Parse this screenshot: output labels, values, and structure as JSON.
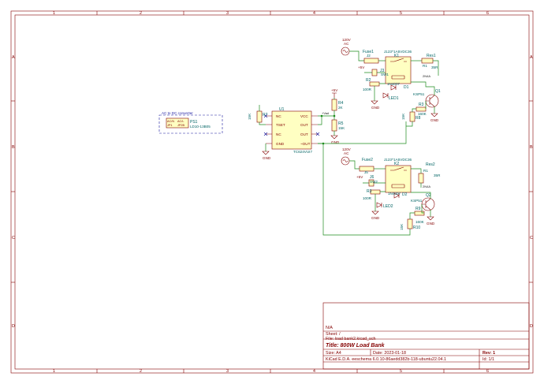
{
  "title_block": {
    "company": "N/A",
    "sheet": "Sheet: /",
    "file": "File: load bank2.kicad_sch",
    "title": "Title: 800W Load Bank",
    "size": "Size: A4",
    "date": "Date: 2023-01-18",
    "rev": "Rev: 1",
    "tool": "KiCad E.D.A.  eeschema 6.0.10-86aedd382b-118-ubuntu22.04.1",
    "id": "Id: 1/1"
  },
  "border": {
    "top_numbers": [
      "1",
      "2",
      "3",
      "4",
      "5",
      "6"
    ],
    "side_letters": [
      "A",
      "B",
      "C",
      "D"
    ]
  },
  "annotation_box": {
    "title": "AC to DC converter",
    "ref": "PS1",
    "value": "LD10-13B05",
    "pins": [
      "AC/N",
      "AC/L",
      "JP1",
      "JP2B"
    ]
  },
  "controller": {
    "ref": "U1",
    "value": "TC624VUI7",
    "pins_left": [
      "NC",
      "TSET",
      "NC",
      "GND"
    ],
    "pins_right": [
      "VCC",
      "OUT",
      "OUT",
      "~OUT"
    ],
    "rt_ref": "R7",
    "rt_value": "15K",
    "pullup_ref": "R5",
    "pullup_value": "15K",
    "r4_ref": "R4",
    "r4_value": "2K",
    "plus5v": "+5V",
    "vad": "+Vad",
    "gnd": "GND"
  },
  "channel_top": {
    "mains": "120V",
    "mains_sub": "AC",
    "fuse": "Fuse1",
    "fuse_ref": "J2",
    "relay": "J123^1A5VDC36",
    "relay_ref": "K1",
    "load": "Res1",
    "load_ref": "R1",
    "load_value": "35R",
    "switch": "SW1",
    "switch_ref": "J3",
    "r2": "R2",
    "r2_value": "100R",
    "led": "LED1",
    "diode": "D1",
    "diode_value": "1N4007",
    "fan": "2N4A",
    "transistor": "KSP51",
    "transistor_ref": "Q1",
    "r3": "R3",
    "r3_value": "160K",
    "r8": "R8",
    "r8_value": "15K",
    "gnd": "GND",
    "plus5v": "+5V"
  },
  "channel_bottom": {
    "mains": "120V",
    "mains_sub": "AC",
    "fuse": "Fuse2",
    "fuse_ref": "J5",
    "relay": "J123^1A5VDC36",
    "relay_ref": "K2",
    "load": "Res2",
    "load_ref": "R1",
    "load_value": "35R",
    "switch": "SW2",
    "switch_ref": "J6",
    "r2": "R3",
    "r2_value": "100R",
    "led": "LED2",
    "diode": "D2",
    "diode_value": "1N4007",
    "fan": "2N4A",
    "transistor": "KSP51",
    "transistor_ref": "Q2",
    "r3": "R9",
    "r3_value": "160K",
    "r8": "R10",
    "r8_value": "15K",
    "gnd": "GND",
    "plus5v": "+5V"
  }
}
